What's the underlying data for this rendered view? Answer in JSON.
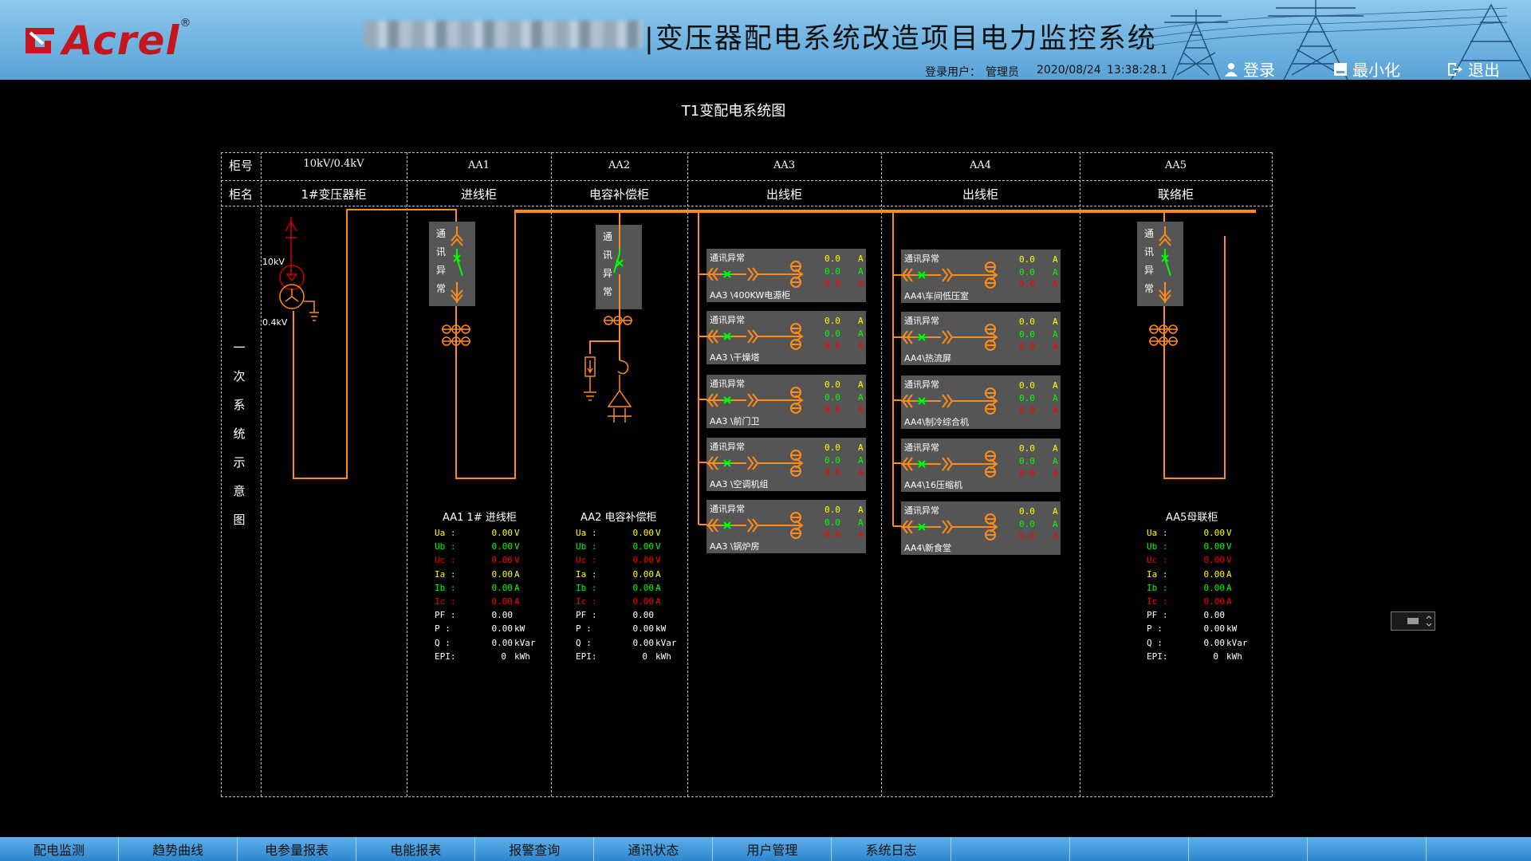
{
  "header": {
    "logo_text": "Acrel",
    "logo_reg": "®",
    "title": "|变压器配电系统改造项目电力监控系统",
    "login_user_label": "登录用户：",
    "login_user": "管理员",
    "date": "2020/08/24",
    "time": "13:38:28.1",
    "btn_login": "登录",
    "btn_minimize": "最小化",
    "btn_exit": "退出"
  },
  "page_title": "T1变配电系统图",
  "table": {
    "row1_label": "柜号",
    "row2_label": "柜名",
    "side_label": [
      "一",
      "次",
      "系",
      "统",
      "示",
      "意",
      "图"
    ],
    "columns": [
      {
        "no": "10kV/0.4kV",
        "name": "1#变压器柜"
      },
      {
        "no": "AA1",
        "name": "进线柜"
      },
      {
        "no": "AA2",
        "name": "电容补偿柜"
      },
      {
        "no": "AA3",
        "name": "出线柜"
      },
      {
        "no": "AA4",
        "name": "出线柜"
      },
      {
        "no": "AA5",
        "name": "联络柜"
      }
    ]
  },
  "transformer": {
    "hv": "10kV",
    "lv": "0.4kV"
  },
  "comm": {
    "text": [
      "通",
      "讯",
      "异",
      "常"
    ]
  },
  "feeders_aa3": [
    {
      "status": "通讯异常",
      "name": "AA3 \\400KW电源柜",
      "v1": "0.0",
      "v2": "0.0",
      "v3": "0.0",
      "unit": "A"
    },
    {
      "status": "通讯异常",
      "name": "AA3 \\干燥塔",
      "v1": "0.0",
      "v2": "0.0",
      "v3": "0.0",
      "unit": "A"
    },
    {
      "status": "通讯异常",
      "name": "AA3 \\前门卫",
      "v1": "0.0",
      "v2": "0.0",
      "v3": "0.0",
      "unit": "A"
    },
    {
      "status": "通讯异常",
      "name": "AA3 \\空调机组",
      "v1": "0.0",
      "v2": "0.0",
      "v3": "0.0",
      "unit": "A"
    },
    {
      "status": "通讯异常",
      "name": "AA3 \\锅炉房",
      "v1": "0.0",
      "v2": "0.0",
      "v3": "0.0",
      "unit": "A"
    }
  ],
  "feeders_aa4": [
    {
      "status": "通讯异常",
      "name": "AA4\\车间低压室",
      "v1": "0.0",
      "v2": "0.0",
      "v3": "0.0",
      "unit": "A"
    },
    {
      "status": "通讯异常",
      "name": "AA4\\热流屏",
      "v1": "0.0",
      "v2": "0.0",
      "v3": "0.0",
      "unit": "A"
    },
    {
      "status": "通讯异常",
      "name": "AA4\\制冷综合机",
      "v1": "0.0",
      "v2": "0.0",
      "v3": "0.0",
      "unit": "A"
    },
    {
      "status": "通讯异常",
      "name": "AA4\\16压缩机",
      "v1": "0.0",
      "v2": "0.0",
      "v3": "0.0",
      "unit": "A"
    },
    {
      "status": "通讯异常",
      "name": "AA4\\新食堂",
      "v1": "0.0",
      "v2": "0.0",
      "v3": "0.0",
      "unit": "A"
    }
  ],
  "measure_rows": [
    {
      "label": "Ua :",
      "unit": "V",
      "color": "#ffff00"
    },
    {
      "label": "Ub :",
      "unit": "V",
      "color": "#00ff00"
    },
    {
      "label": "Uc :",
      "unit": "V",
      "color": "#ff0000"
    },
    {
      "label": "Ia :",
      "unit": "A",
      "color": "#ffff00"
    },
    {
      "label": "Ib :",
      "unit": "A",
      "color": "#00ff00"
    },
    {
      "label": "Ic :",
      "unit": "A",
      "color": "#ff0000"
    },
    {
      "label": "PF :",
      "unit": "",
      "color": "#ffffff"
    },
    {
      "label": "P  :",
      "unit": "kW",
      "color": "#ffffff"
    },
    {
      "label": "Q  :",
      "unit": "kVar",
      "color": "#ffffff"
    },
    {
      "label": "EPI:",
      "unit": "kWh",
      "color": "#ffffff"
    }
  ],
  "meters": [
    {
      "title": "AA1 1# 进线柜",
      "values": [
        "0.00",
        "0.00",
        "0.00",
        "0.00",
        "0.00",
        "0.00",
        "0.00",
        "0.00",
        "0.00",
        "0"
      ]
    },
    {
      "title": "AA2 电容补偿柜",
      "values": [
        "0.00",
        "0.00",
        "0.00",
        "0.00",
        "0.00",
        "0.00",
        "0.00",
        "0.00",
        "0.00",
        "0"
      ]
    },
    {
      "title": "AA5母联柜",
      "values": [
        "0.00",
        "0.00",
        "0.00",
        "0.00",
        "0.00",
        "0.00",
        "0.00",
        "0.00",
        "0.00",
        "0"
      ]
    }
  ],
  "colors": {
    "bus": "#ff8c1a",
    "closed": "#00ff00",
    "open": "#ff0000",
    "grid": "#bdbdbd"
  },
  "nav": [
    "配电监测",
    "趋势曲线",
    "电参量报表",
    "电能报表",
    "报警查询",
    "通讯状态",
    "用户管理",
    "系统日志",
    "",
    "",
    "",
    "",
    ""
  ]
}
